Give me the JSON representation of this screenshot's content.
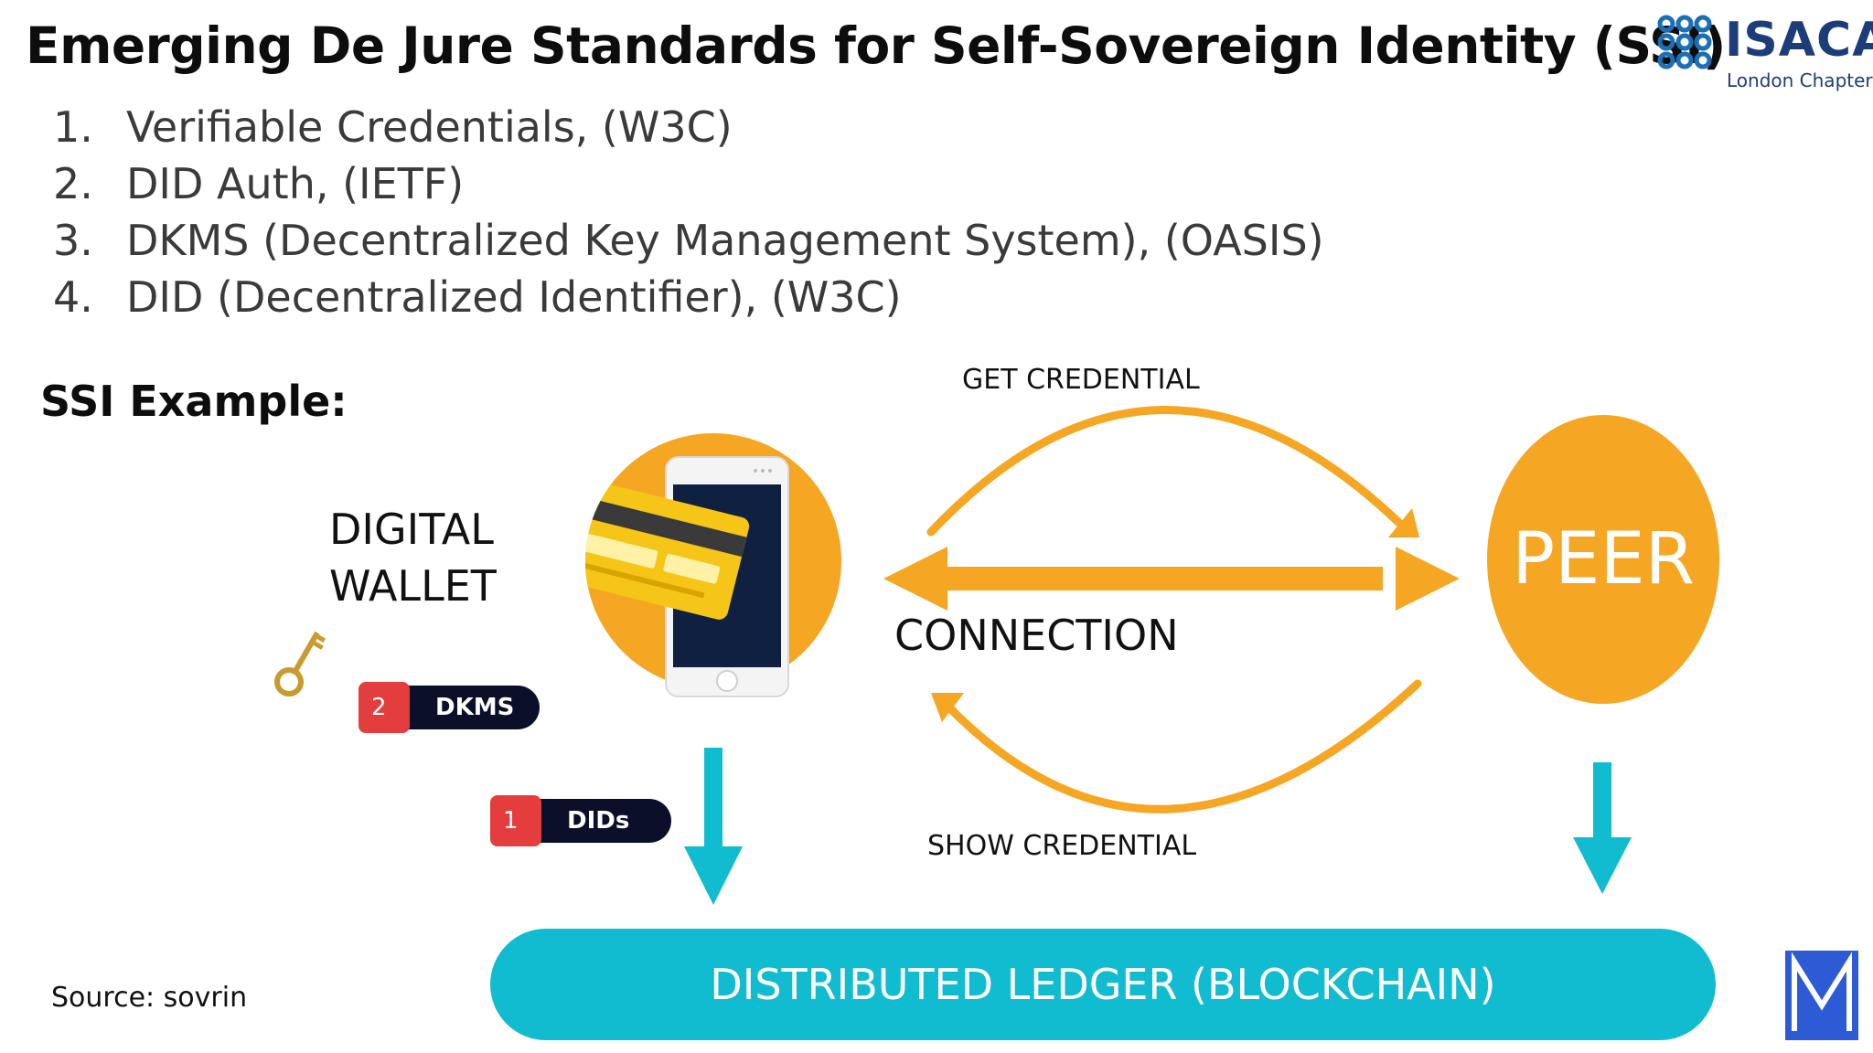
{
  "slide": {
    "title": "Emerging De Jure Standards for Self-Sovereign Identity (SSI)",
    "standards": [
      {
        "num": "1.",
        "text": "Verifiable Credentials, (W3C)"
      },
      {
        "num": "2.",
        "text": "DID Auth, (IETF)"
      },
      {
        "num": "3.",
        "text": "DKMS (Decentralized Key Management System), (OASIS)"
      },
      {
        "num": "4.",
        "text": "DID (Decentralized Identifier), (W3C)"
      }
    ],
    "example_heading": "SSI Example:",
    "source": "Source: sovrin"
  },
  "logo": {
    "name": "ISACA",
    "subtitle": "London Chapter"
  },
  "diagram": {
    "wallet_label_line1": "DIGITAL",
    "wallet_label_line2": "WALLET",
    "peer_label": "PEER",
    "get_credential": "GET CREDENTIAL",
    "show_credential": "SHOW CREDENTIAL",
    "connection": "CONNECTION",
    "ledger": "DISTRIBUTED LEDGER (BLOCKCHAIN)",
    "pills": [
      {
        "badge": "2",
        "label": "DKMS"
      },
      {
        "badge": "1",
        "label": "DIDs"
      }
    ],
    "colors": {
      "orange": "#f5a623",
      "teal": "#12bcd0",
      "navy": "#0b0f2a",
      "badge_red": "#e43d3d",
      "logo_blue": "#1c3d7a"
    }
  }
}
